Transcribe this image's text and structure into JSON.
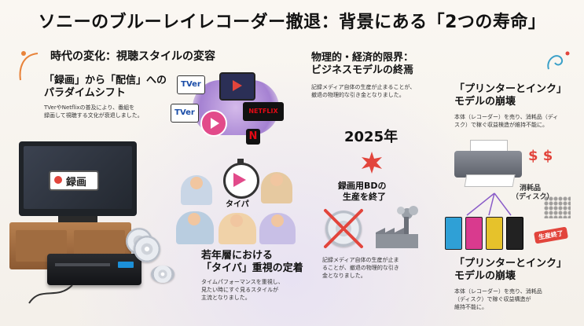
{
  "title": "ソニーのブルーレイレコーダー撤退：背景にある「2つの寿命」",
  "left": {
    "heading": "時代の変化：視聴スタイルの変容",
    "paradigm_title_line1": "「録画」から「配信」への",
    "paradigm_title_line2": "パラダイムシフト",
    "paradigm_text_line1": "TVerやNetflixの普及により、番組を",
    "paradigm_text_line2": "録画して視聴する文化が衰退しました。",
    "tv_label": "録画",
    "tver_logo": "TVer",
    "tver_logo2": "TVer",
    "netflix_logo": "NETFLIX",
    "netflix_n": "N",
    "taipa_label": "タイパ",
    "youth_title_line1": "若年層における",
    "youth_title_line2": "「タイパ」重視の定着",
    "youth_text_line1": "タイムパフォーマンスを重視し、",
    "youth_text_line2": "見たい時にすぐ見るスタイルが",
    "youth_text_line3": "主流となりました。"
  },
  "middle": {
    "heading_line1": "物理的・経済的限界：",
    "heading_line2": "ビジネスモデルの終焉",
    "text_line1": "記録メディア自体の生産が止まることが、",
    "text_line2": "撤退の物理的な引き金となりました。",
    "year": "2025年",
    "bd_line1": "録画用BDの",
    "bd_line2": "生産を終了",
    "bottom_line1": "記録メディア自体の生産が止ま",
    "bottom_line2": "ることが、撤退の物理的な引き",
    "bottom_line3": "金となりました。"
  },
  "right": {
    "heading_line1": "「プリンターとインク」",
    "heading_line2": "モデルの崩壊",
    "text_line1": "本体（レコーダー）を売り、消耗品（ディ",
    "text_line2": "スク）で稼ぐ収益検造が維持不能に。",
    "consumable_line1": "消耗品",
    "consumable_line2": "（ディスク）",
    "end_badge": "生産終了",
    "bottom_heading_line1": "「プリンターとインク」",
    "bottom_heading_line2": "モデルの崩壊",
    "bottom_text_line1": "本体（レコーダー）を売り、消耗品",
    "bottom_text_line2": "（ディスク）で稼ぐ収益構造が",
    "bottom_text_line3": "維持不能に。",
    "dollar_signs": "$ $"
  },
  "colors": {
    "accent_red": "#e2453c",
    "accent_orange": "#e8833a",
    "purple": "#8a5cc8",
    "printer_gray": "#6b6f78"
  }
}
